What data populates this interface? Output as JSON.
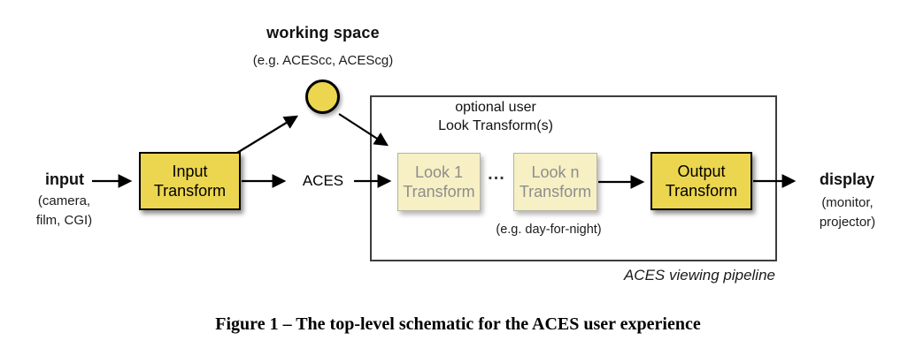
{
  "figure": {
    "working_space": {
      "label": "working space",
      "example": "(e.g. ACEScc, ACEScg)"
    },
    "input_terminal": {
      "label": "input",
      "sublabel": "(camera,\nfilm, CGI)"
    },
    "display_terminal": {
      "label": "display",
      "sublabel": "(monitor,\nprojector)"
    },
    "aces_label": "ACES",
    "ellipsis": "...",
    "nodes": {
      "input_transform": "Input\nTransform",
      "look_1": "Look 1\nTransform",
      "look_n": "Look n\nTransform",
      "output_transform": "Output\nTransform"
    },
    "pipeline": {
      "header": "optional user\nLook Transform(s)",
      "look_example": "(e.g. day-for-night)",
      "label": "ACES viewing pipeline"
    },
    "colors": {
      "node_fill": "#ecd64f",
      "look_node_fill": "#f7f0c4",
      "look_node_text": "#8d8d8d",
      "node_outline": "#000000",
      "pipeline_border": "#3d3d3d"
    }
  },
  "caption": "Figure 1 – The top-level schematic for the ACES user experience"
}
